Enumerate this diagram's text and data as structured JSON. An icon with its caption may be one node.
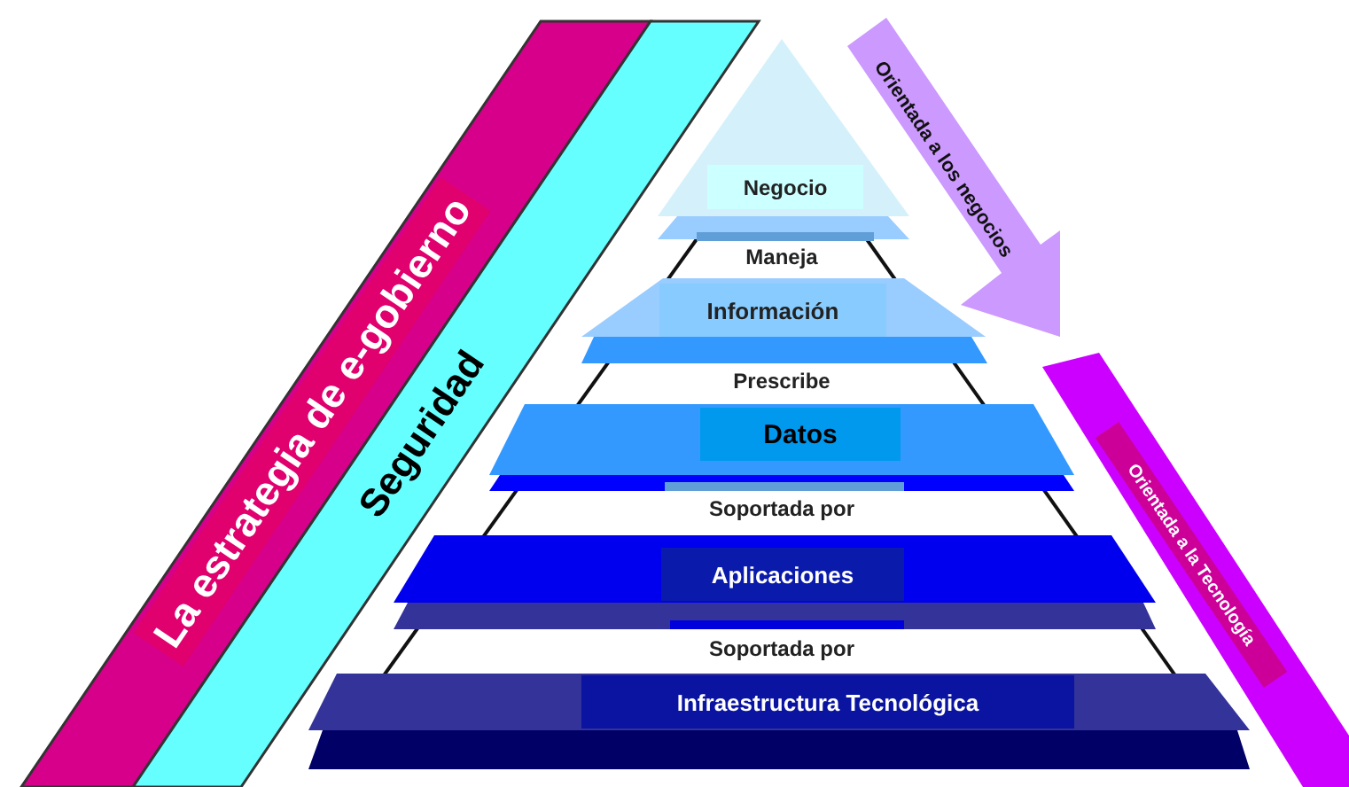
{
  "diagram": {
    "nodes": [
      {
        "text": [
          "La estrategia de e-gobierno"
        ]
      },
      {
        "text": [
          "Seguridad"
        ]
      },
      {
        "text": [
          "Negocio"
        ]
      },
      {
        "text": [
          "Información"
        ]
      },
      {
        "text": [
          "Datos"
        ]
      },
      {
        "text": [
          "Aplicaciones"
        ]
      },
      {
        "text": [
          "Infraestructura Tecnológica"
        ]
      },
      {
        "text": [
          "Orientada a los negocios"
        ]
      },
      {
        "text": [
          "Orientada a la Tecnología"
        ]
      }
    ],
    "labels": [
      "Maneja",
      "Prescribe",
      "Soportada por",
      "Soportada por"
    ]
  }
}
